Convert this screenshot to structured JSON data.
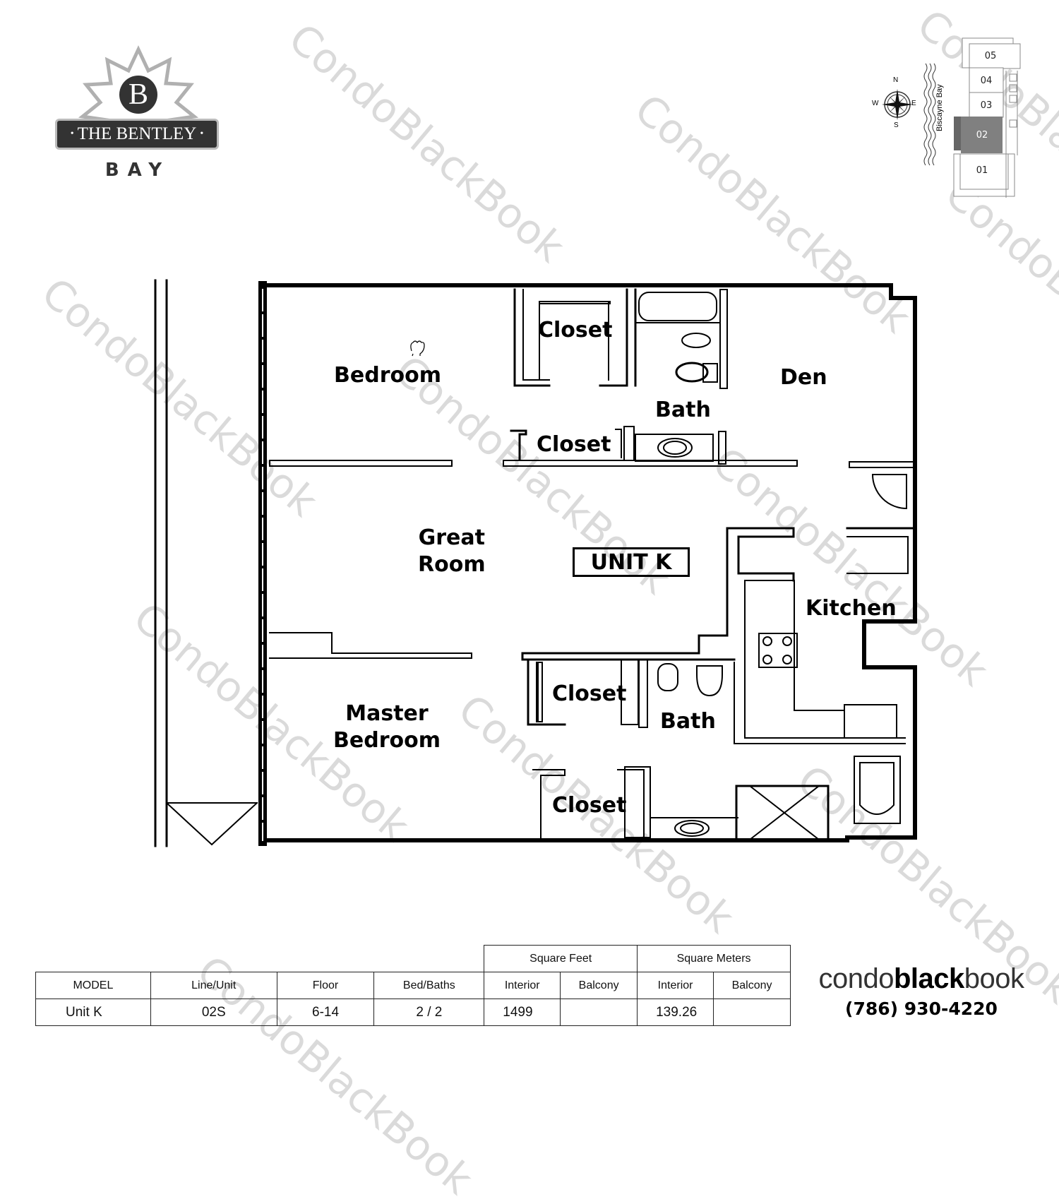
{
  "logo": {
    "monogram": "B",
    "name": "THE BENTLEY",
    "subtitle": "BAY"
  },
  "keyplan": {
    "compass": {
      "n": "N",
      "s": "S",
      "e": "E",
      "w": "W"
    },
    "water_label": "Biscayne Bay",
    "units": [
      "05",
      "04",
      "03",
      "02",
      "01"
    ],
    "highlighted_unit": "02",
    "highlight_color": "#808080"
  },
  "floorplan": {
    "unit_tag": "UNIT K",
    "rooms": {
      "bedroom": "Bedroom",
      "closet_1": "Closet",
      "closet_2": "Closet",
      "bath_1": "Bath",
      "den": "Den",
      "great_room_line1": "Great",
      "great_room_line2": "Room",
      "kitchen": "Kitchen",
      "master_line1": "Master",
      "master_line2": "Bedroom",
      "closet_3": "Closet",
      "bath_2": "Bath",
      "closet_4": "Closet"
    }
  },
  "table": {
    "group_headers": {
      "square_feet": "Square Feet",
      "square_meters": "Square Meters"
    },
    "headers": [
      "MODEL",
      "Line/Unit",
      "Floor",
      "Bed/Baths",
      "Interior",
      "Balcony",
      "Interior",
      "Balcony"
    ],
    "row": [
      "Unit K",
      "02S",
      "6-14",
      "2 / 2",
      "1499",
      "",
      "139.26",
      ""
    ]
  },
  "brand": {
    "part1": "condo",
    "part2": "black",
    "part3": "book",
    "phone": "(786) 930-4220"
  },
  "watermark": "CondoBlackBook"
}
